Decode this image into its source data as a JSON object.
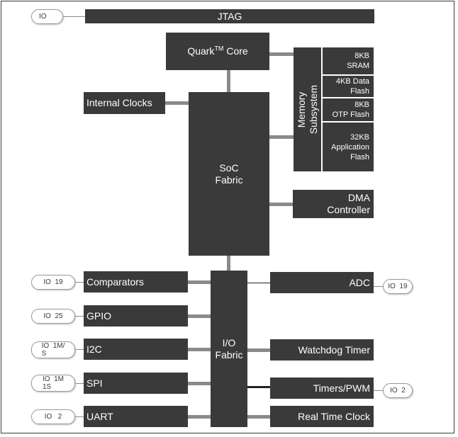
{
  "blocks": {
    "jtag": "JTAG",
    "core_name": "Quark",
    "core_tm": "TM",
    "core_suffix": " Core",
    "internal_clocks": "Internal Clocks",
    "soc_fabric": "SoC\nFabric",
    "memory_subsystem": "Memory\nSubsystem",
    "sram": "8KB\nSRAM",
    "data_flash": "4KB Data\nFlash",
    "otp_flash": "8KB\nOTP Flash",
    "app_flash": "32KB\nApplication\nFlash",
    "dma": "DMA\nController",
    "io_fabric": "I/O\nFabric",
    "comparators": "Comparators",
    "gpio": "GPIO",
    "i2c": "I2C",
    "spi": "SPI",
    "uart": "UART",
    "adc": "ADC",
    "watchdog": "Watchdog Timer",
    "timers": "Timers/PWM",
    "rtc": "Real Time Clock"
  },
  "pins": {
    "jtag": "IO",
    "comparators": "IO  19",
    "gpio": "IO  25",
    "i2c": "IO  1M/\nS",
    "spi": "IO  1M\n1S",
    "uart": "IO   2",
    "adc": "IO  19",
    "timers": "IO  2"
  },
  "colors": {
    "block_fill": "#3a3a3a",
    "connector": "#8a8a8a",
    "text": "#ffffff",
    "pill_border": "#9a9a9a"
  }
}
